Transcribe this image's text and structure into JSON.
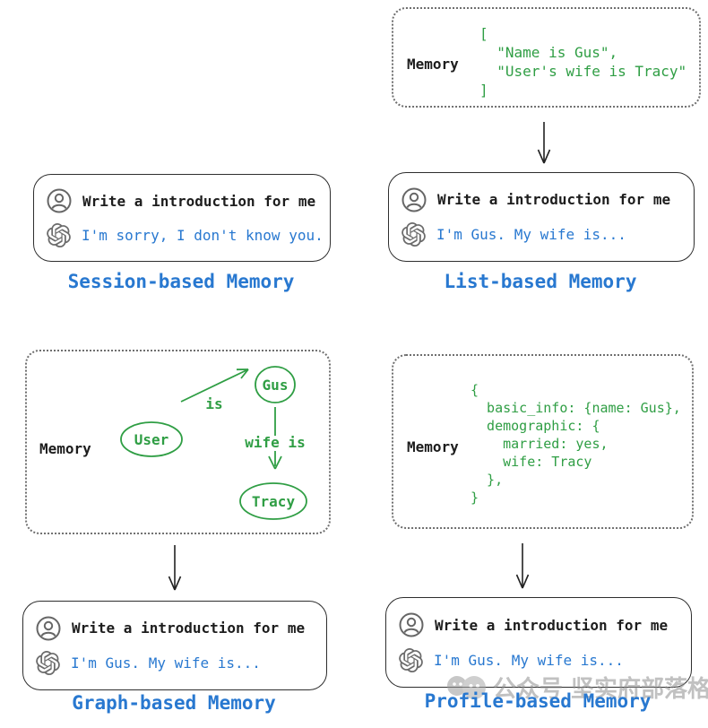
{
  "colors": {
    "green": "#2f9e44",
    "blue": "#2878d0",
    "text": "#1e1e1e",
    "icon_gray": "#6b6b6b",
    "watermark_gray": "#8f8f8f"
  },
  "memory_label": "Memory",
  "chat": {
    "prompt": "Write a introduction for me",
    "session_reply": "I'm sorry, I don't know you.",
    "memory_reply": "I'm Gus. My wife is..."
  },
  "list_memory": {
    "code": "[\n  \"Name is Gus\",\n  \"User's wife is Tracy\"\n]"
  },
  "profile_memory": {
    "code": "{\n  basic_info: {name: Gus},\n  demographic: {\n    married: yes,\n    wife: Tracy\n  },\n}"
  },
  "graph_memory": {
    "node_user": "User",
    "node_gus": "Gus",
    "node_tracy": "Tracy",
    "edge_is": "is",
    "edge_wife_is": "wife is"
  },
  "titles": {
    "session": "Session-based Memory",
    "list": "List-based Memory",
    "graph": "Graph-based Memory",
    "profile": "Profile-based Memory"
  },
  "icons": {
    "user": "user-avatar-icon",
    "assistant": "openai-logo-icon",
    "down_arrow": "down-arrow-icon",
    "watermark": "wechat-official-account-icon"
  },
  "watermark": {
    "text": "公众号 坚实府部落格"
  }
}
